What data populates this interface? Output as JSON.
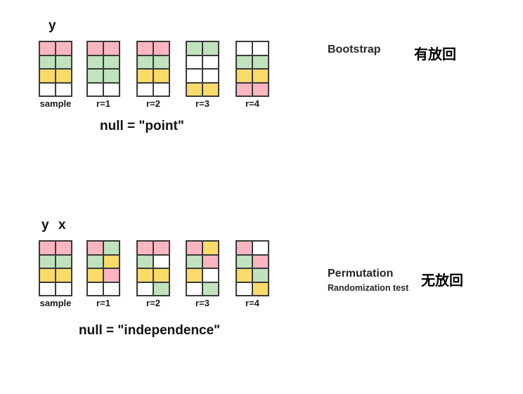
{
  "colors": {
    "pink": "#f9b6c0",
    "green": "#c0e3bd",
    "yellow": "#fada69",
    "white": "#ffffff",
    "border": "#3a3a3a"
  },
  "sections": [
    {
      "name": "bootstrap",
      "column_labels": [
        "y"
      ],
      "grids": [
        {
          "label": "sample",
          "cells": [
            [
              "pink",
              "pink"
            ],
            [
              "green",
              "green"
            ],
            [
              "yellow",
              "yellow"
            ],
            [
              "white",
              "white"
            ]
          ]
        },
        {
          "label": "r=1",
          "cells": [
            [
              "pink",
              "pink"
            ],
            [
              "green",
              "green"
            ],
            [
              "green",
              "green"
            ],
            [
              "white",
              "white"
            ]
          ]
        },
        {
          "label": "r=2",
          "cells": [
            [
              "pink",
              "pink"
            ],
            [
              "green",
              "green"
            ],
            [
              "yellow",
              "yellow"
            ],
            [
              "white",
              "white"
            ]
          ]
        },
        {
          "label": "r=3",
          "cells": [
            [
              "green",
              "green"
            ],
            [
              "white",
              "white"
            ],
            [
              "white",
              "white"
            ],
            [
              "yellow",
              "yellow"
            ]
          ]
        },
        {
          "label": "r=4",
          "cells": [
            [
              "white",
              "white"
            ],
            [
              "green",
              "green"
            ],
            [
              "yellow",
              "yellow"
            ],
            [
              "pink",
              "pink"
            ]
          ]
        }
      ],
      "null_label": "null = \"point\"",
      "method_title": "Bootstrap",
      "method_subtitle": "",
      "annotation_cn": "有放回"
    },
    {
      "name": "permutation",
      "column_labels": [
        "y",
        "x"
      ],
      "grids": [
        {
          "label": "sample",
          "cells": [
            [
              "pink",
              "pink"
            ],
            [
              "green",
              "green"
            ],
            [
              "yellow",
              "yellow"
            ],
            [
              "white",
              "white"
            ]
          ]
        },
        {
          "label": "r=1",
          "cells": [
            [
              "pink",
              "green"
            ],
            [
              "green",
              "yellow"
            ],
            [
              "yellow",
              "pink"
            ],
            [
              "white",
              "white"
            ]
          ]
        },
        {
          "label": "r=2",
          "cells": [
            [
              "pink",
              "pink"
            ],
            [
              "green",
              "white"
            ],
            [
              "yellow",
              "yellow"
            ],
            [
              "white",
              "green"
            ]
          ]
        },
        {
          "label": "r=3",
          "cells": [
            [
              "pink",
              "yellow"
            ],
            [
              "green",
              "pink"
            ],
            [
              "yellow",
              "white"
            ],
            [
              "white",
              "green"
            ]
          ]
        },
        {
          "label": "r=4",
          "cells": [
            [
              "pink",
              "white"
            ],
            [
              "green",
              "pink"
            ],
            [
              "yellow",
              "green"
            ],
            [
              "white",
              "yellow"
            ]
          ]
        }
      ],
      "null_label": "null = \"independence\"",
      "method_title": "Permutation",
      "method_subtitle": "Randomization test",
      "annotation_cn": "无放回"
    }
  ]
}
